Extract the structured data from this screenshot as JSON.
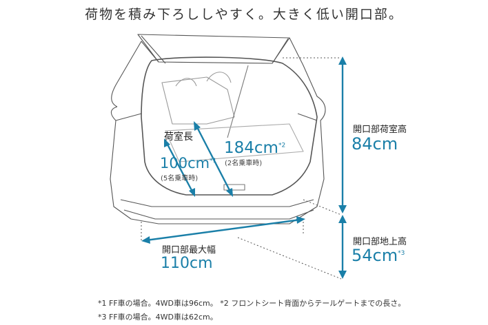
{
  "headline": "荷物を積み下ろししやすく。大きく低い開口部。",
  "cargo_length": {
    "label": "荷室長",
    "value_2seat": "184cm",
    "sup_2seat": "*2",
    "note_2seat": "(2名乗車時)",
    "value_5seat": "100cm",
    "sup_5seat": "*1",
    "note_5seat": "(5名乗車時)"
  },
  "opening_height": {
    "label": "開口部荷室高",
    "value": "84cm"
  },
  "ground_height": {
    "label": "開口部地上高",
    "value": "54cm",
    "sup": "*3"
  },
  "opening_width": {
    "label": "開口部最大幅",
    "value": "110cm"
  },
  "footnotes": [
    "*1 FF車の場合。4WD車は96cm。 *2 フロントシート背面からテールゲートまでの長さ。",
    "*3 FF車の場合。4WD車は62cm。"
  ],
  "colors": {
    "accent": "#1a7fa8",
    "line": "#555555"
  }
}
